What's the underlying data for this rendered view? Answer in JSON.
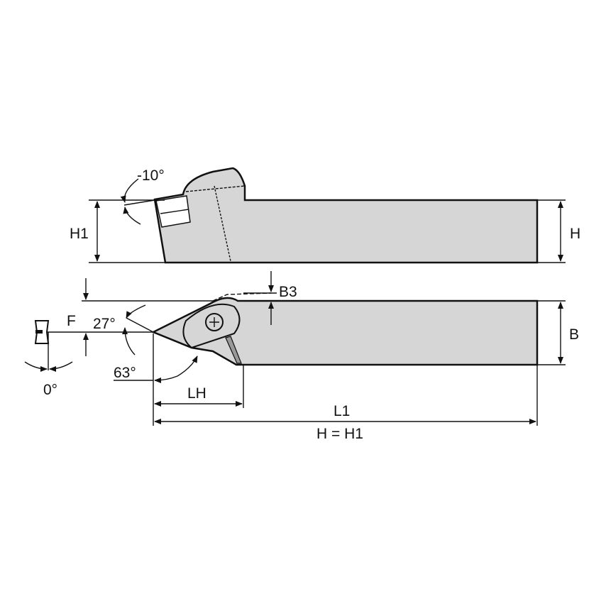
{
  "colors": {
    "body_fill": "#d6d6d6",
    "line": "#111111"
  },
  "labels": {
    "angle_rake": "-10°",
    "h1": "H1",
    "h": "H",
    "b3": "B3",
    "f": "F",
    "angle_27": "27°",
    "b": "B",
    "angle_0": "0°",
    "angle_63": "63°",
    "lh": "LH",
    "l1": "L1",
    "h_eq_h1": "H = H1"
  }
}
